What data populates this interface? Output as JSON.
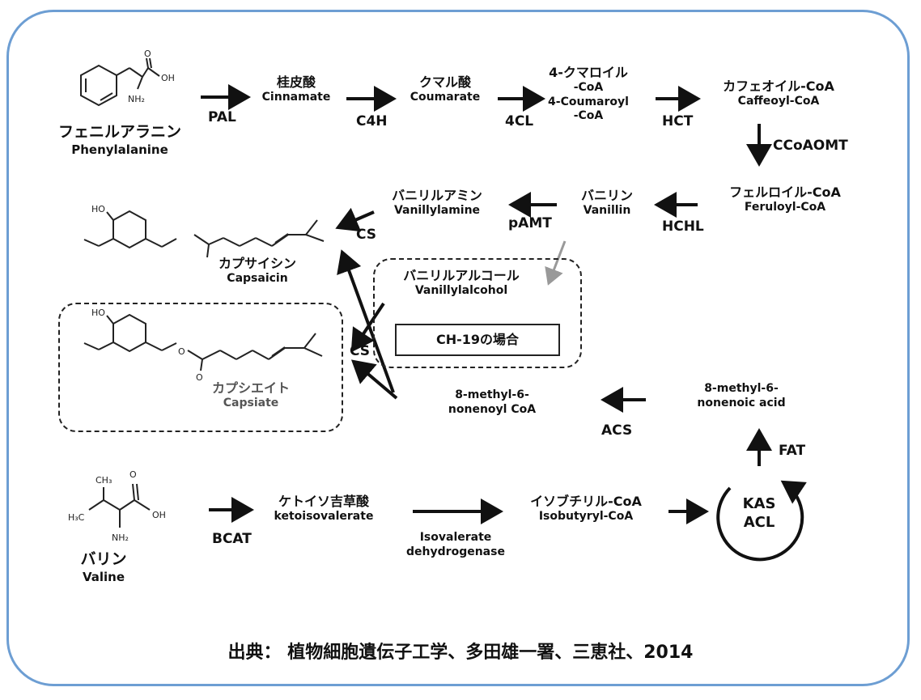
{
  "compounds": {
    "phenylalanine": {
      "jp": "フェニルアラニン",
      "en": "Phenylalanine"
    },
    "cinnamate": {
      "jp": "桂皮酸",
      "en": "Cinnamate"
    },
    "coumarate": {
      "jp": "クマル酸",
      "en": "Coumarate"
    },
    "coumaroyl": {
      "jp1": "4-クマロイル",
      "jp2": "-CoA",
      "en1": "4-Coumaroyl",
      "en2": "-CoA"
    },
    "caffeoyl": {
      "jp": "カフェオイル-CoA",
      "en": "Caffeoyl-CoA"
    },
    "feruloyl": {
      "jp": "フェルロイル-CoA",
      "en": "Feruloyl-CoA"
    },
    "vanillin": {
      "jp": "バニリン",
      "en": "Vanillin"
    },
    "vanillylamine": {
      "jp": "バニリルアミン",
      "en": "Vanillylamine"
    },
    "capsaicin": {
      "jp": "カプサイシン",
      "en": "Capsaicin"
    },
    "vanillylalcohol": {
      "jp": "バニリルアルコール",
      "en": "Vanillylalcohol"
    },
    "ch19_note": "CH-19の場合",
    "capsiate": {
      "jp": "カプシエイト",
      "en": "Capsiate"
    },
    "nonenoyl_coa": {
      "line1": "8-methyl-6-",
      "line2": "nonenoyl CoA"
    },
    "nonenoic_acid": {
      "line1": "8-methyl-6-",
      "line2": "nonenoic acid"
    },
    "valine": {
      "jp": "バリン",
      "en": "Valine"
    },
    "ketoisovalerate": {
      "jp": "ケトイソ吉草酸",
      "en": "ketoisovalerate"
    },
    "isobutyryl": {
      "jp": "イソブチリル-CoA",
      "en": "Isobutyryl-CoA"
    },
    "kas_acl": {
      "line1": "KAS",
      "line2": "ACL"
    }
  },
  "enzymes": {
    "pal": "PAL",
    "c4h": "C4H",
    "cl4": "4CL",
    "hct": "HCT",
    "ccoaomt": "CCoAOMT",
    "hchl": "HCHL",
    "pamt": "pAMT",
    "cs1": "CS",
    "cs2": "CS",
    "acs": "ACS",
    "fat": "FAT",
    "bcat": "BCAT",
    "ivd1": "Isovalerate",
    "ivd2": "dehydrogenase"
  },
  "structure_labels": {
    "o": "O",
    "oh": "OH",
    "nh2": "NH₂",
    "ho": "HO",
    "ch3": "CH₃",
    "h3c": "H₃C"
  },
  "footer": "出典： 植物細胞遺伝子工学、多田雄一署、三恵社、2014",
  "colors": {
    "frame": "#6d9ed3",
    "ink": "#111111",
    "gray_arrow": "#999999"
  }
}
